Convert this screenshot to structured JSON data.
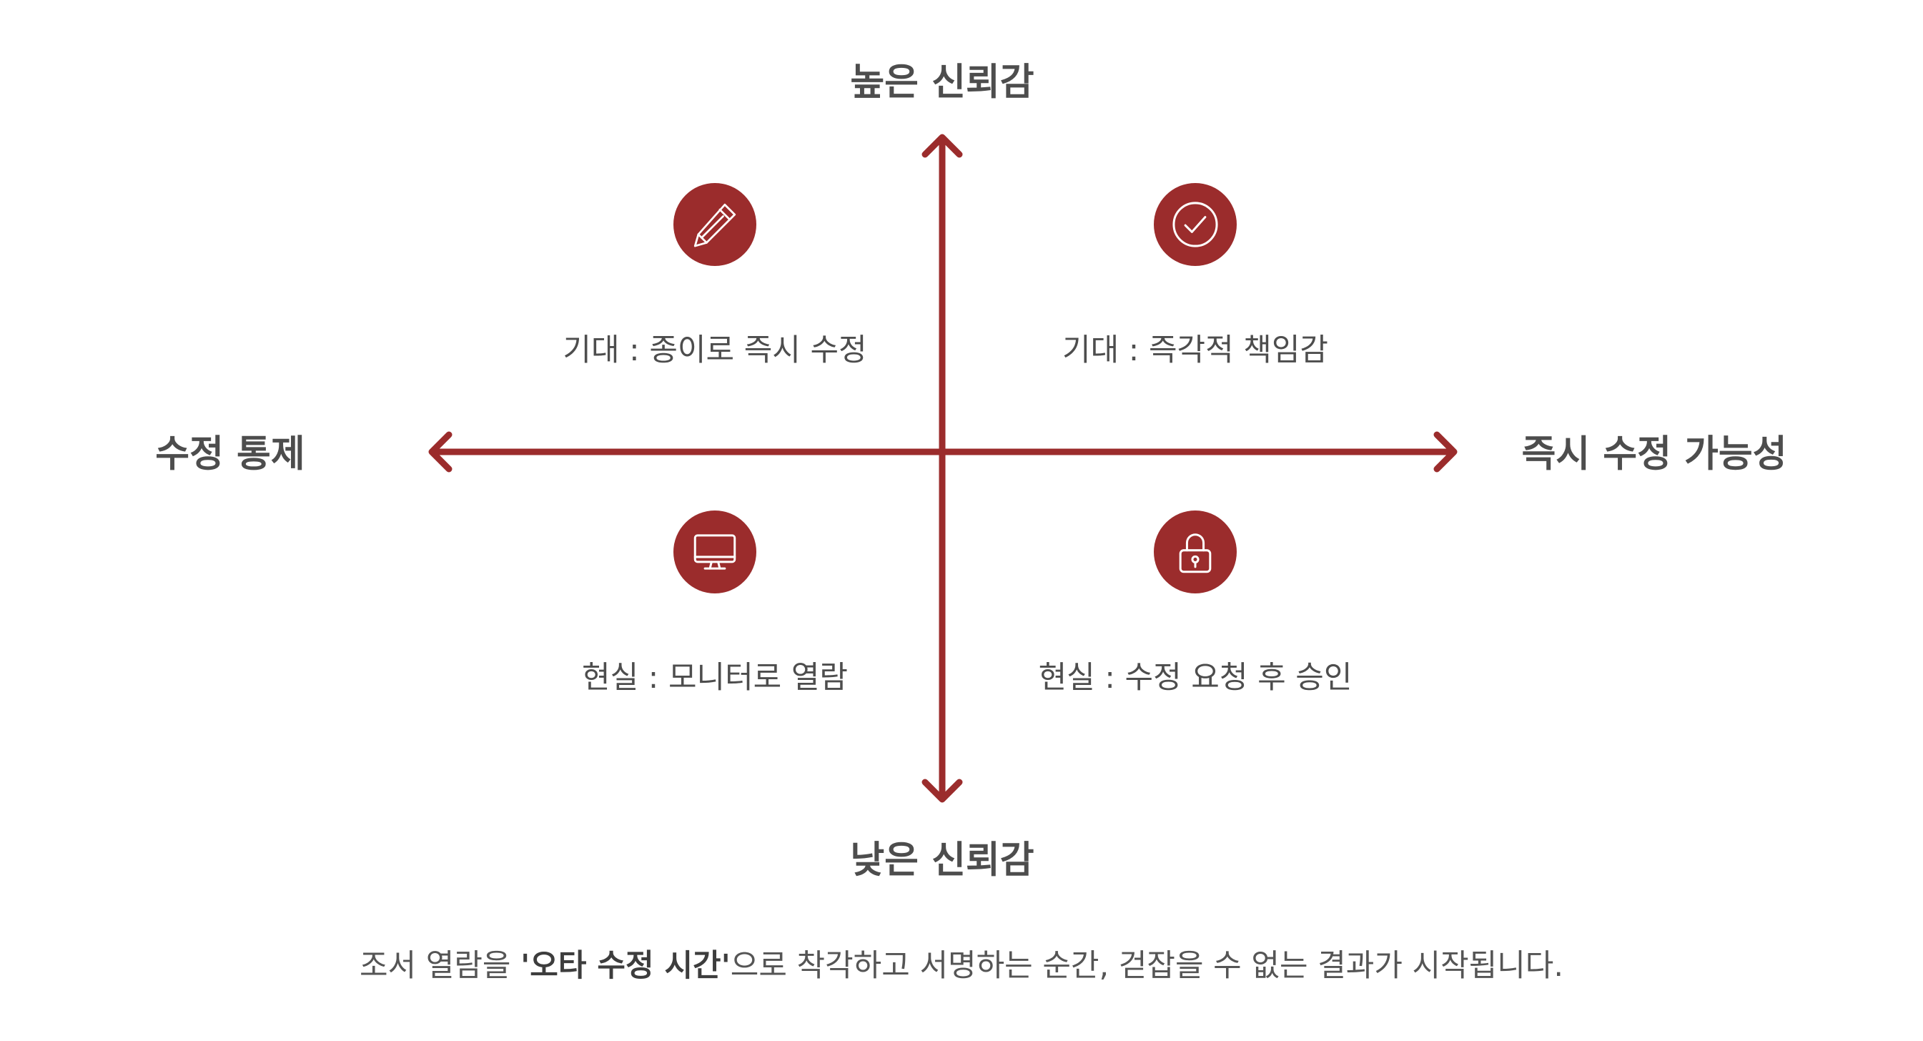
{
  "axes": {
    "top": "높은 신뢰감",
    "bottom": "낮은 신뢰감",
    "left": "수정 통제",
    "right": "즉시 수정 가능성"
  },
  "quadrants": [
    {
      "label": "기대 : 종이로 즉시 수정",
      "icon": "pencil-icon"
    },
    {
      "label": "기대 : 즉각적 책임감",
      "icon": "check-circle-icon"
    },
    {
      "label": "현실 : 모니터로 열람",
      "icon": "monitor-icon"
    },
    {
      "label": "현실 : 수정 요청 후 승인",
      "icon": "lock-icon"
    }
  ],
  "caption": {
    "before": "조서 열람을 ",
    "emphasis": "'오타 수정 시간'",
    "after": "으로 착각하고 서명하는 순간, 걷잡을 수 없는 결과가 시작됩니다."
  },
  "colors": {
    "accent": "#9b2c2c",
    "text": "#4d4d4d",
    "background": "#ffffff"
  }
}
